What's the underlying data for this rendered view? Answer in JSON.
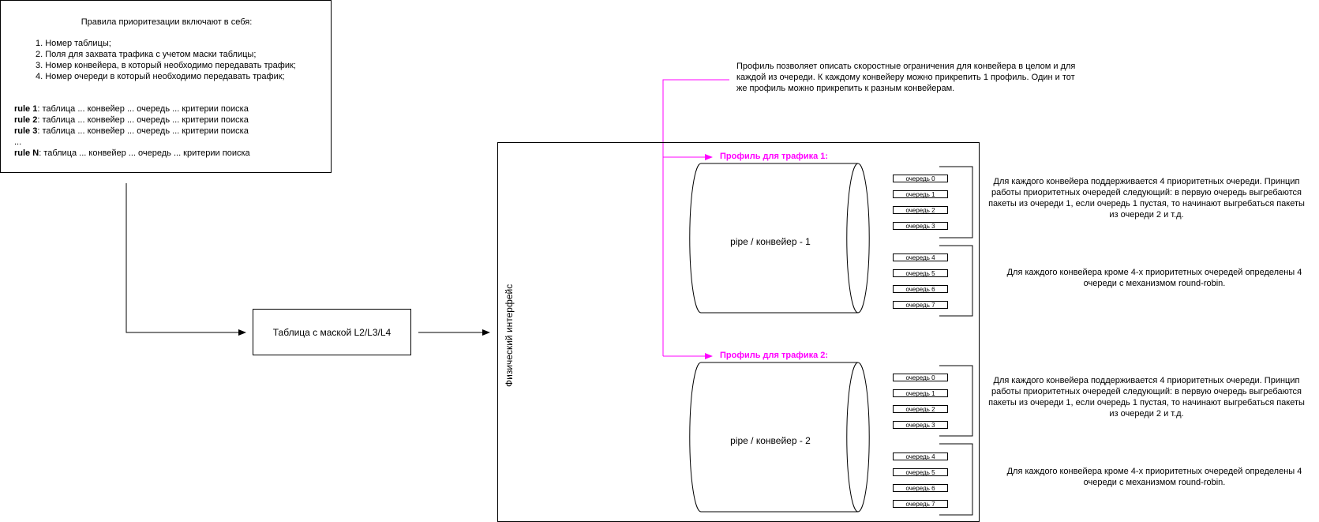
{
  "rules_box": {
    "title": "Правила приоритезации включают в себя:",
    "items": [
      "1. Номер таблицы;",
      "2. Поля для захвата трафика с учетом маски таблицы;",
      "3. Номер конвейера, в который необходимо передавать трафик;",
      "4. Номер очереди в который необходимо передавать трафик;"
    ],
    "rules": [
      {
        "name": "rule 1",
        "text": ": таблица ... конвейер ... очередь ... критерии поиска"
      },
      {
        "name": "rule 2",
        "text": ": таблица ... конвейер ... очередь ... критерии поиска"
      },
      {
        "name": "rule 3",
        "text": ": таблица ... конвейер ... очередь ... критерии поиска"
      },
      {
        "name": "",
        "text": "..."
      },
      {
        "name": "rule N",
        "text": ": таблица ... конвейер ... очередь ... критерии поиска"
      }
    ]
  },
  "table_box": {
    "label": "Таблица с маской L2/L3/L4"
  },
  "interface": {
    "label": "Физический интерфейс"
  },
  "profile_note": "Профиль позволяет описать скоростные ограничения для конвейера в целом и для каждой из очереди. К каждому конвейеру можно прикрепить 1 профиль. Один и тот же профиль можно прикрепить к разным конвейерам.",
  "pipes": [
    {
      "profile_label": "Профиль для трафика 1:",
      "label": "pipe / конвейер - 1",
      "queues": [
        "очередь 0",
        "очередь 1",
        "очередь 2",
        "очередь 3",
        "очередь 4",
        "очередь 5",
        "очередь 6",
        "очередь 7"
      ],
      "priority_note": "Для каждого конвейера поддерживается 4 приоритетных очереди. Принцип работы приоритетных очередей следующий: в первую очередь выгребаются пакеты из очереди 1, если очередь 1 пустая, то начинают выгребаться пакеты из очереди 2 и т.д.",
      "rr_note": "Для каждого конвейера кроме 4-х приоритетных очередей определены 4 очереди с механизмом round-robin."
    },
    {
      "profile_label": "Профиль для трафика 2:",
      "label": "pipe / конвейер - 2",
      "queues": [
        "очередь 0",
        "очередь 1",
        "очередь 2",
        "очередь 3",
        "очередь 4",
        "очередь 5",
        "очередь 6",
        "очередь 7"
      ],
      "priority_note": "Для каждого конвейера поддерживается 4 приоритетных очереди. Принцип работы приоритетных очередей следующий: в первую очередь выгребаются пакеты из очереди 1, если очередь 1 пустая, то начинают выгребаться пакеты из очереди 2 и т.д.",
      "rr_note": "Для каждого конвейера кроме 4-х приоритетных очередей определены 4 очереди с механизмом round-robin."
    }
  ],
  "colors": {
    "profile": "#ff00ff",
    "line": "#000000"
  }
}
